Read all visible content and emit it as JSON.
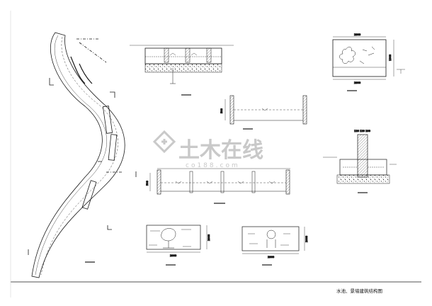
{
  "drawing": {
    "title": "水池、景墙建筑结构图",
    "watermark": {
      "main": "土木在线",
      "sub": "co188.com"
    }
  },
  "dimensions": {
    "wall_elev_width": "2800",
    "wall_elev_bottom": "2800",
    "wall_elev_height": "1300",
    "pool_section_height": "500",
    "long_section_height": "500",
    "statue_elev_width": "2000",
    "statue_elev_height": "2000",
    "lantern_elev_width": "2800",
    "lantern_elev_height": "2000",
    "pier_top_dims": "120  120  100"
  },
  "colors": {
    "line": "#1a1a1a",
    "paper": "#ffffff",
    "watermark": "#c9c9c9"
  }
}
